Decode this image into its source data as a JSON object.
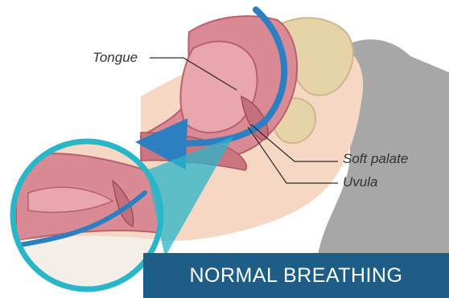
{
  "labels": {
    "tongue": "Tongue",
    "soft_palate": "Soft palate",
    "uvula": "Uvula"
  },
  "banner": {
    "text": "NORMAL BREATHING"
  },
  "colors": {
    "banner": "#1d5d86",
    "airflow": "#2c7fc0",
    "magnifier_ring": "#29b6c9",
    "tissue": "#d98a95",
    "bone": "#e6d3a8",
    "skin": "#f6d7c3",
    "pillow": "#a7a7a7"
  }
}
